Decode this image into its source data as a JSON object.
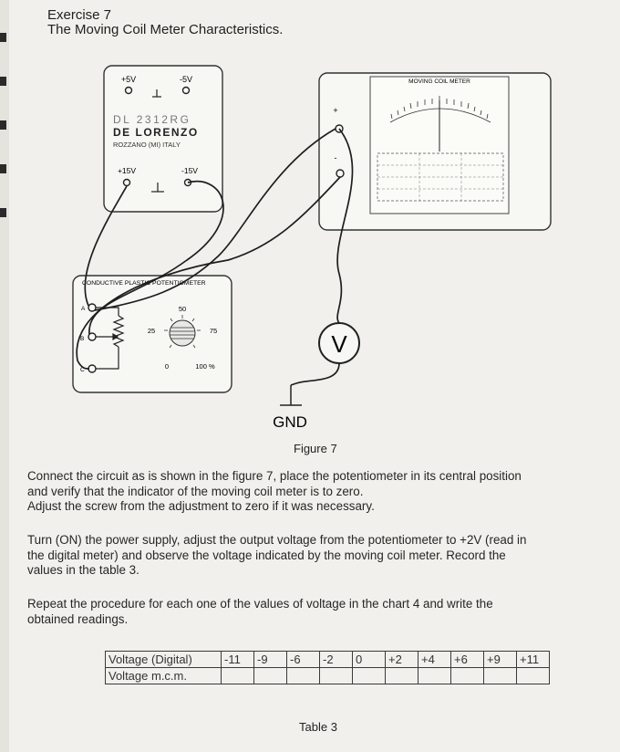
{
  "exercise": {
    "number_label": "Exercise 7",
    "title": "The Moving Coil Meter Characteristics."
  },
  "figure": {
    "caption": "Figure 7",
    "power_supply": {
      "plus5": "+5V",
      "minus5": "-5V",
      "model": "DL 2312RG",
      "brand": "DE LORENZO",
      "origin": "ROZZANO (MI) ITALY",
      "plus15": "+15V",
      "minus15": "-15V"
    },
    "meter_panel": {
      "title": "MOVING COIL METER",
      "plus_terminal": "+",
      "minus_terminal": "-"
    },
    "potentiometer": {
      "title": "CONDUCTIVE PLASTIC POTENTIOMETER",
      "terminal_a": "A",
      "terminal_b": "B",
      "terminal_c": "C",
      "scale_0": "0",
      "scale_25": "25",
      "scale_50": "50",
      "scale_75": "75",
      "scale_100": "100 %"
    },
    "voltmeter_symbol": "V",
    "ground_label": "GND"
  },
  "paragraphs": {
    "p1_line1": "Connect the circuit as is shown in the figure 7, place the potentiometer in its central position",
    "p1_line2": "and verify that the indicator of the moving coil meter is to zero.",
    "p1_line3": "Adjust the screw from the adjustment to zero if it was necessary.",
    "p2_line1": "Turn (ON) the power supply, adjust the output voltage from the potentiometer to +2V (read in",
    "p2_line2": "the digital meter) and observe the voltage indicated by the moving coil meter. Record the",
    "p2_line3": "values in the table 3.",
    "p3_line1": "Repeat the procedure for each one of the values of voltage in the chart 4 and write the",
    "p3_line2": "obtained readings."
  },
  "table3": {
    "caption": "Table 3",
    "row1_label": "Voltage (Digital)",
    "row2_label": "Voltage m.c.m.",
    "voltages": [
      "-11",
      "-9",
      "-6",
      "-2",
      "0",
      "+2",
      "+4",
      "+6",
      "+9",
      "+11"
    ]
  }
}
